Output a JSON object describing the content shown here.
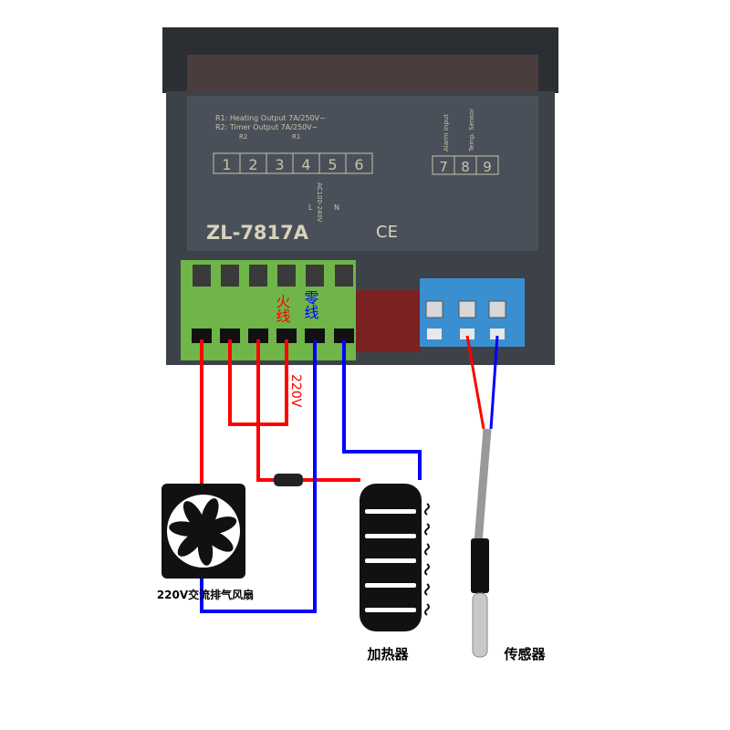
{
  "controller": {
    "model": "ZL-7817A",
    "mark": "CE",
    "spec_r1": "R1: Heating Output 7A/250V~",
    "spec_r2": "R2: Timer Output 7A/250V~",
    "relay_r2": "R2",
    "relay_r1": "R1",
    "terminals": [
      "1",
      "2",
      "3",
      "4",
      "5",
      "6"
    ],
    "sensor_terminals": [
      "7",
      "8",
      "9"
    ],
    "alarm_input": "Alarm Input",
    "temp_sensor": "Temp. Sensor",
    "power_label": "AC100-240V",
    "l_label": "L",
    "n_label": "N"
  },
  "labels": {
    "live_wire": "火线",
    "neutral_wire": "零线",
    "voltage": "220V",
    "fan": "220V交流排气风扇",
    "heater": "加热器",
    "sensor": "传感器"
  },
  "colors": {
    "live": "#ff0000",
    "neutral": "#0000ff",
    "body": "#3b3f45",
    "terminal_green": "#6fb548",
    "terminal_blue": "#3a8fd0"
  }
}
